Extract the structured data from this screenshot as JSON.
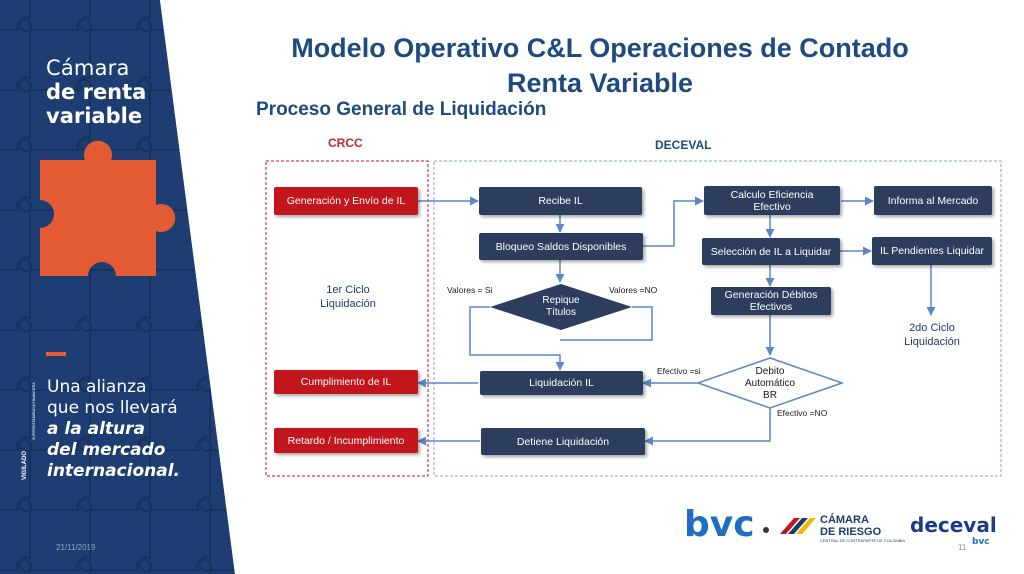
{
  "brand": {
    "line1": "Cámara",
    "line2": "de renta",
    "line3": "variable",
    "tagline": [
      "Una alianza",
      "que nos llevará",
      "a la altura",
      "del mercado",
      "internacional."
    ],
    "vigilado": "VIGILADO",
    "vigilado_sub": [
      "SUPERINTENDENCIA FINANCIERA",
      "DE COLOMBIA"
    ],
    "date": "21/11/2019"
  },
  "title_line1": "Modelo Operativo C&L Operaciones de Contado",
  "title_line2": "Renta Variable",
  "subtitle": "Proceso General de Liquidación",
  "sections": {
    "crcc": "CRCC",
    "deceval": "DECEVAL"
  },
  "flow": {
    "crcc": {
      "generacion": "Generación y Envío de IL",
      "ciclo1": [
        "1er Ciclo",
        "Liquidación"
      ],
      "cumplimiento": "Cumplimiento de IL",
      "retardo": "Retardo / Incumplimiento"
    },
    "deceval": {
      "recibe": "Recibe IL",
      "bloqueo": "Bloqueo Saldos Disponibles",
      "repique": [
        "Repique",
        "Títulos"
      ],
      "valores_si": "Valores = Si",
      "valores_no": "Valores =NO",
      "liquidacion": "Liquidación IL",
      "detiene": "Detiene Liquidación",
      "calculo": [
        "Calculo Eficiencia",
        "Efectivo"
      ],
      "informa": "Informa al Mercado",
      "seleccion": "Selección de IL a Liquidar",
      "pendientes": "IL Pendientes Liquidar",
      "generacion_debitos": [
        "Generación Débitos",
        "Efectivos"
      ],
      "ciclo2": [
        "2do Ciclo",
        "Liquidación"
      ],
      "debito": [
        "Debito",
        "Automático",
        "BR"
      ],
      "efectivo_si": "Efectivo =si",
      "efectivo_no": "Efectivo =NO"
    }
  },
  "logos": {
    "bvc": "bvc",
    "camara": [
      "CÁMARA",
      "DE RIESGO"
    ],
    "camara_sub": "CENTRAL DE CONTRAPARTE DE COLOMBIA",
    "deceval": "deceval",
    "deceval_sub": "bvc"
  },
  "page_number": "11",
  "colors": {
    "navy": "#2c3d5e",
    "red": "#c3161c",
    "title_blue": "#1f4a7d",
    "side_blue": "#1d3d73",
    "puzzle_orange": "#e35a33"
  }
}
